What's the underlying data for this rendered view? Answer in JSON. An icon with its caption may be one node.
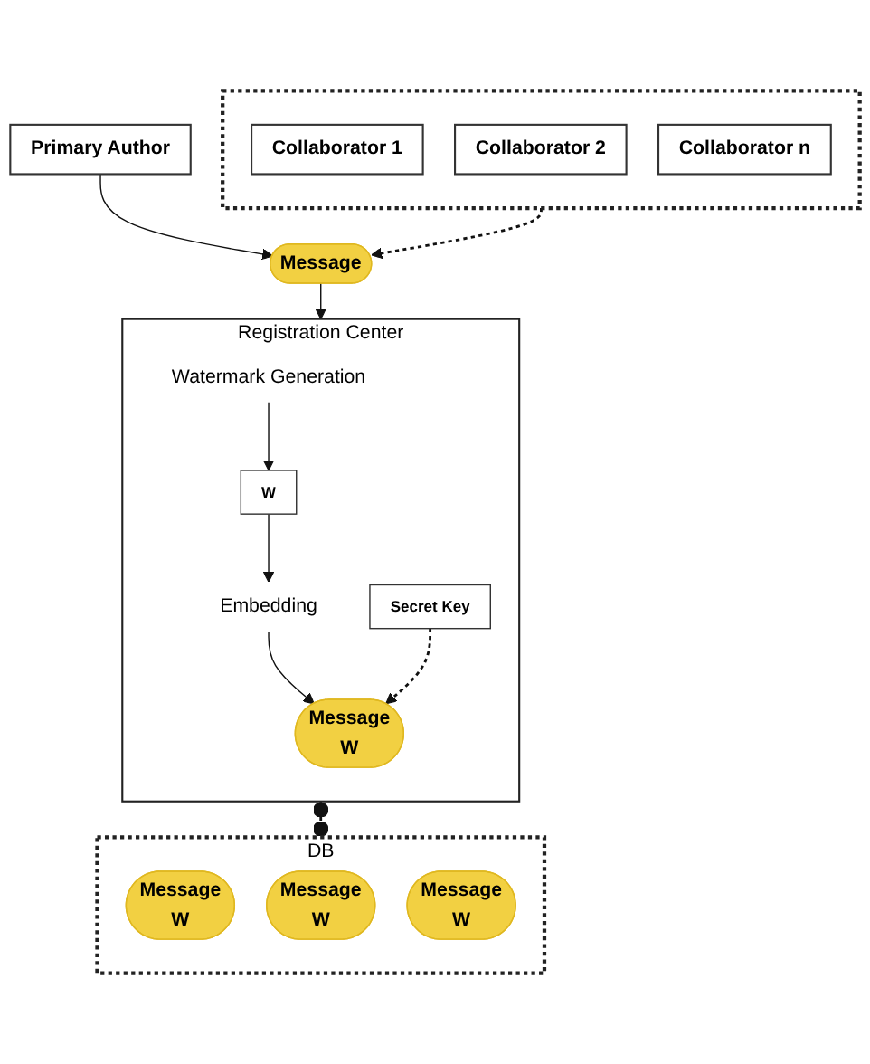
{
  "diagram": {
    "nodes": [
      {
        "text": [
          "Primary Author"
        ]
      },
      {
        "text": [
          "Message"
        ]
      },
      {
        "text": [],
        "shape": "box"
      },
      {
        "text": [
          "Collaborator 1"
        ],
        "in": 2
      },
      {
        "text": [
          "Collaborator 2"
        ],
        "in": 2
      },
      {
        "text": [
          "Collaborator n"
        ],
        "in": 2
      },
      {
        "text": [
          "Registration Center"
        ]
      },
      {
        "text": [
          "Watermark Generation"
        ],
        "in": 6
      },
      {
        "text": [
          "W"
        ],
        "in": 6
      },
      {
        "text": [
          "Embedding"
        ],
        "in": 6
      },
      {
        "text": [
          "Secret Key"
        ],
        "in": 6
      },
      {
        "text": [
          "Message",
          "W"
        ],
        "in": 6
      },
      {
        "text": [
          "DB"
        ]
      },
      {
        "text": [
          "Message",
          "W"
        ],
        "in": 12
      },
      {
        "text": [
          "Message",
          "W"
        ],
        "in": 12
      },
      {
        "text": [
          "Message",
          "W"
        ],
        "in": 12
      }
    ],
    "edges": [
      {
        "from": 0,
        "to": 1,
        "arrow": "to"
      },
      {
        "from": 2,
        "to": 1,
        "arrow": "to",
        "style": "dashed"
      },
      {
        "from": 1,
        "to": 6,
        "arrow": "to"
      },
      {
        "from": 7,
        "to": 8,
        "arrow": "to"
      },
      {
        "from": 8,
        "to": 9,
        "arrow": "to"
      },
      {
        "from": 9,
        "to": 11,
        "arrow": "to"
      },
      {
        "from": 10,
        "to": 11,
        "arrow": "to",
        "style": "dashed"
      },
      {
        "from": 6,
        "to": 12,
        "arrow": "other",
        "style": "dashed"
      }
    ]
  }
}
